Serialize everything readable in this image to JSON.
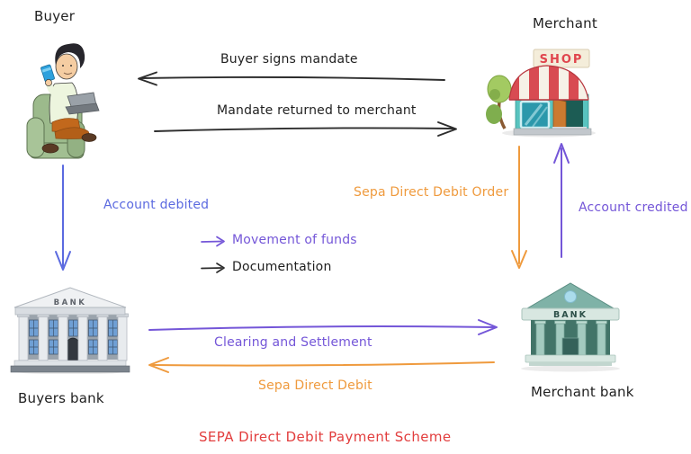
{
  "diagram": {
    "title": "SEPA Direct Debit Payment Scheme",
    "entities": {
      "buyer": {
        "label": "Buyer"
      },
      "merchant": {
        "label": "Merchant",
        "sign": "SHOP"
      },
      "buyers_bank": {
        "label": "Buyers bank",
        "sign": "BANK"
      },
      "merchant_bank": {
        "label": "Merchant bank",
        "sign": "BANK"
      }
    },
    "flows": {
      "buyer_signs_mandate": {
        "label": "Buyer signs mandate",
        "from": "merchant",
        "to": "buyer",
        "kind": "documentation"
      },
      "mandate_returned": {
        "label": "Mandate returned to merchant",
        "from": "buyer",
        "to": "merchant",
        "kind": "documentation"
      },
      "account_debited": {
        "label": "Account debited",
        "from": "buyer",
        "to": "buyers_bank",
        "kind": "movement_of_funds"
      },
      "sepa_direct_debit_order": {
        "label": "Sepa Direct Debit Order",
        "from": "merchant",
        "to": "merchant_bank",
        "kind": "sepa"
      },
      "account_credited": {
        "label": "Account credited",
        "from": "merchant_bank",
        "to": "merchant",
        "kind": "movement_of_funds"
      },
      "clearing_and_settlement": {
        "label": "Clearing and Settlement",
        "from": "buyers_bank",
        "to": "merchant_bank",
        "kind": "movement_of_funds"
      },
      "sepa_direct_debit": {
        "label": "Sepa Direct Debit",
        "from": "merchant_bank",
        "to": "buyers_bank",
        "kind": "sepa"
      }
    },
    "legend": {
      "movement_of_funds": {
        "label": "Movement of funds",
        "color": "#7456d8"
      },
      "documentation": {
        "label": "Documentation",
        "color": "#2d2d2d"
      }
    },
    "colors": {
      "documentation": "#2d2d2d",
      "funds": "#7456d8",
      "funds_debit": "#5b6ae0",
      "sepa": "#ef9a3d",
      "title": "#e23d3d"
    }
  }
}
